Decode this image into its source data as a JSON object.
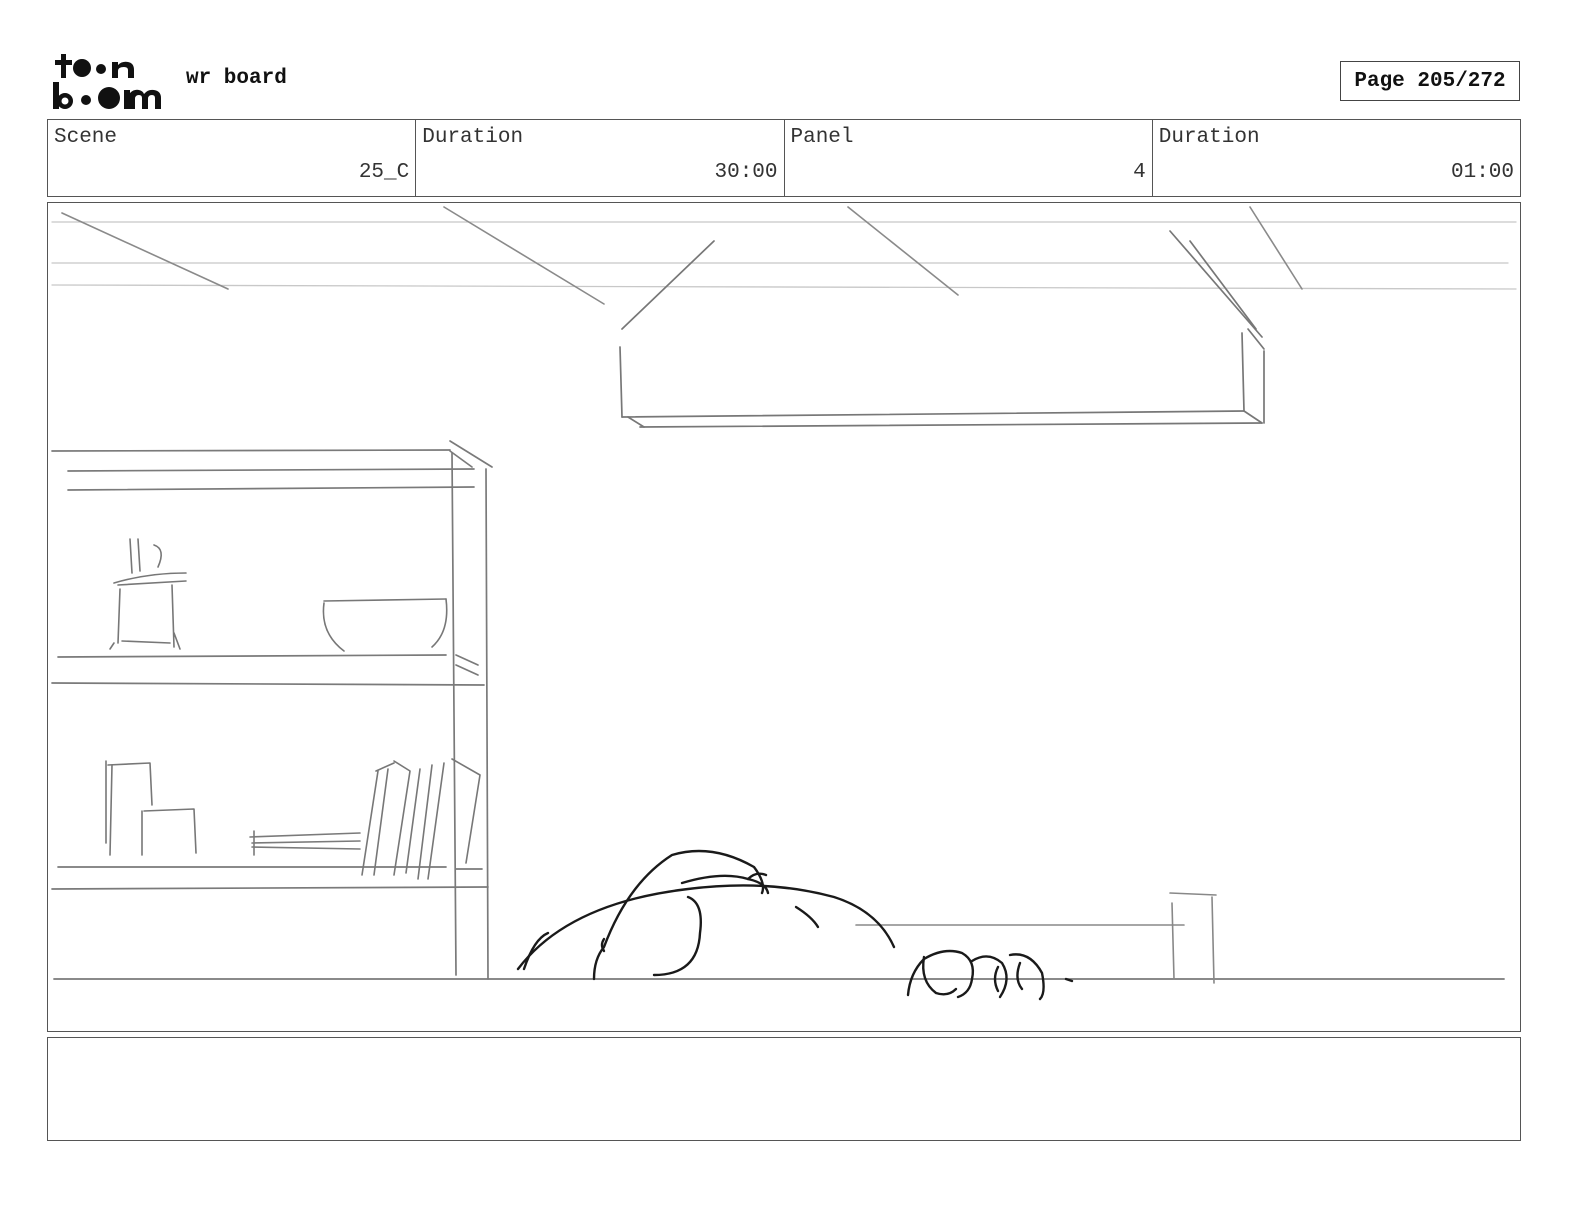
{
  "header": {
    "board_title": "wr board",
    "page_counter": "Page 205/272"
  },
  "info": {
    "scene_label": "Scene",
    "scene_value": "25_C",
    "scene_duration_label": "Duration",
    "scene_duration_value": "30:00",
    "panel_label": "Panel",
    "panel_value": "4",
    "panel_duration_label": "Duration",
    "panel_duration_value": "01:00"
  },
  "notes": {
    "text": ""
  }
}
